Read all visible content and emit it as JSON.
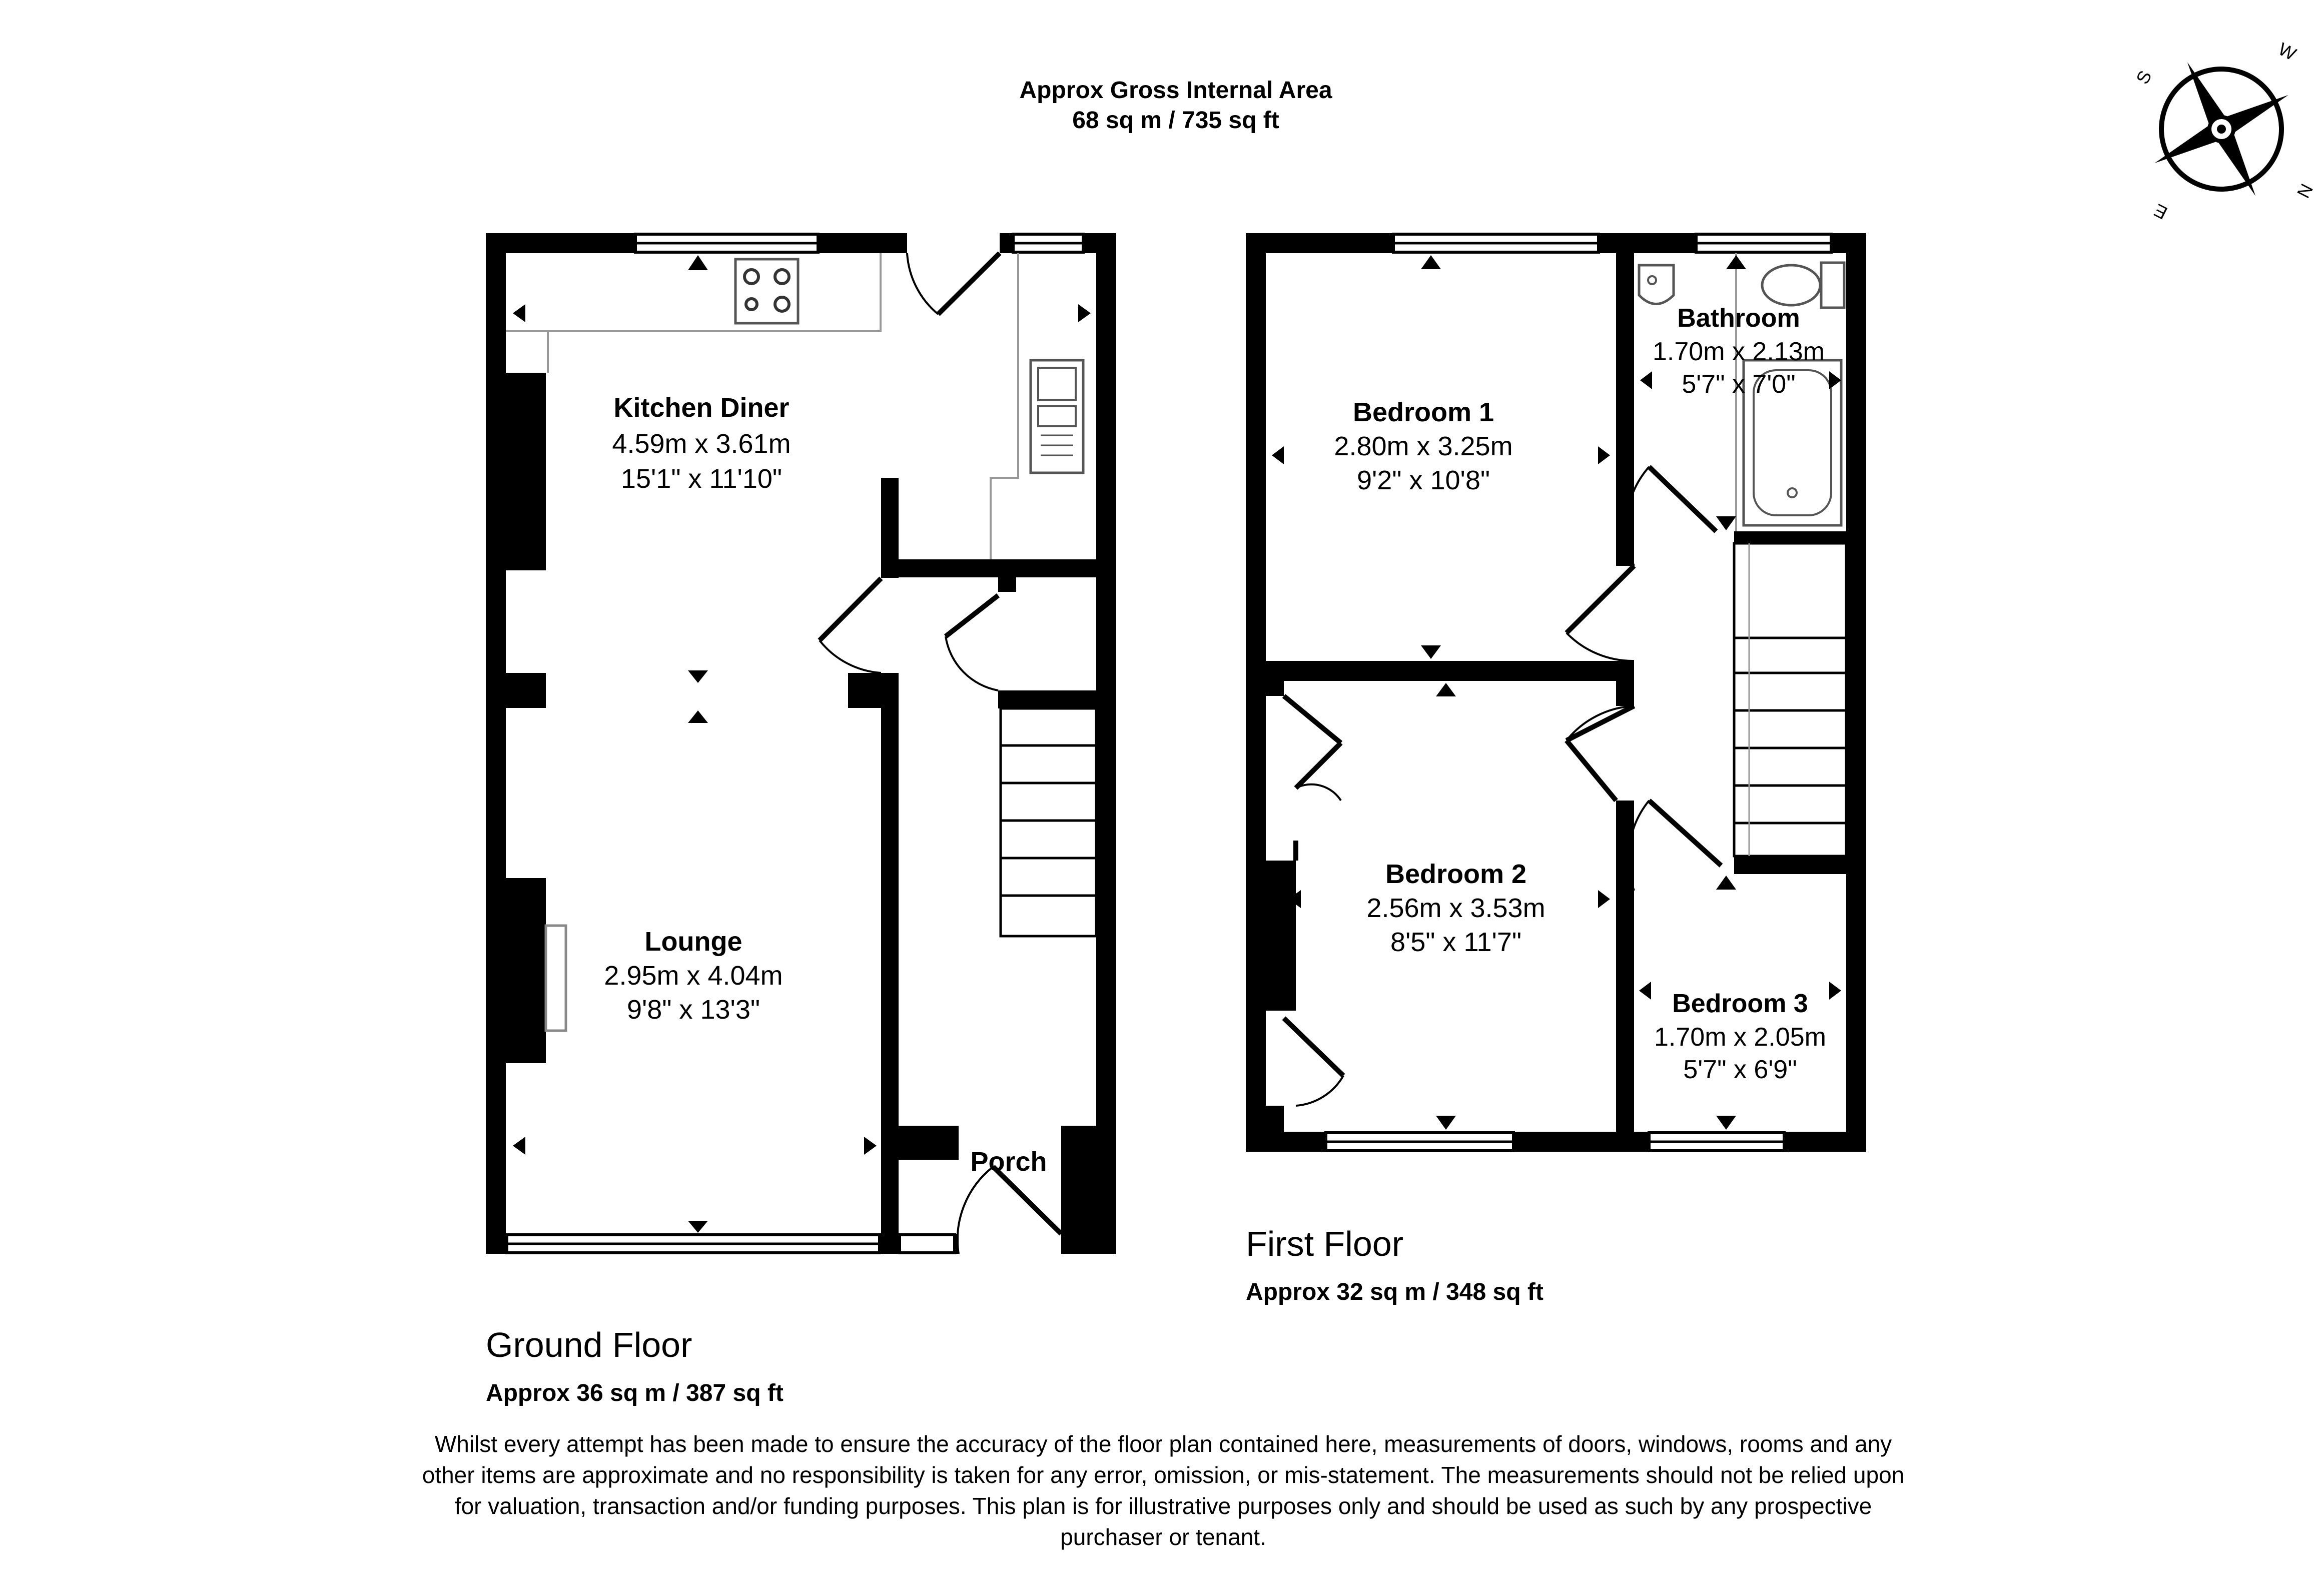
{
  "header": {
    "title": "Approx Gross Internal Area",
    "area": "68 sq m / 735 sq ft"
  },
  "compass": {
    "letters": [
      "S",
      "W",
      "N",
      "E"
    ],
    "icon": "compass-rose-icon"
  },
  "ground_floor": {
    "name": "Ground Floor",
    "area": "Approx 36 sq m / 387 sq ft",
    "rooms": {
      "kitchen": {
        "name": "Kitchen Diner",
        "metric": "4.59m x 3.61m",
        "imperial": "15'1\" x 11'10\""
      },
      "lounge": {
        "name": "Lounge",
        "metric": "2.95m x 4.04m",
        "imperial": "9'8\" x 13'3\""
      },
      "porch": {
        "name": "Porch"
      }
    }
  },
  "first_floor": {
    "name": "First Floor",
    "area": "Approx 32 sq m / 348 sq ft",
    "rooms": {
      "bedroom1": {
        "name": "Bedroom 1",
        "metric": "2.80m x 3.25m",
        "imperial": "9'2\" x 10'8\""
      },
      "bathroom": {
        "name": "Bathroom",
        "metric": "1.70m x 2.13m",
        "imperial": "5'7\" x 7'0\""
      },
      "bedroom2": {
        "name": "Bedroom 2",
        "metric": "2.56m x 3.53m",
        "imperial": "8'5\" x 11'7\""
      },
      "bedroom3": {
        "name": "Bedroom 3",
        "metric": "1.70m x 2.05m",
        "imperial": "5'7\" x 6'9\""
      }
    }
  },
  "disclaimer": "Whilst every attempt has been made to ensure the accuracy of the floor plan contained here, measurements of doors, windows, rooms and any other items are approximate and no responsibility is taken for any error, omission, or mis-statement. The measurements should not be relied upon for valuation, transaction and/or funding purposes. This plan is for illustrative purposes only and should be used as such by any prospective purchaser or tenant."
}
